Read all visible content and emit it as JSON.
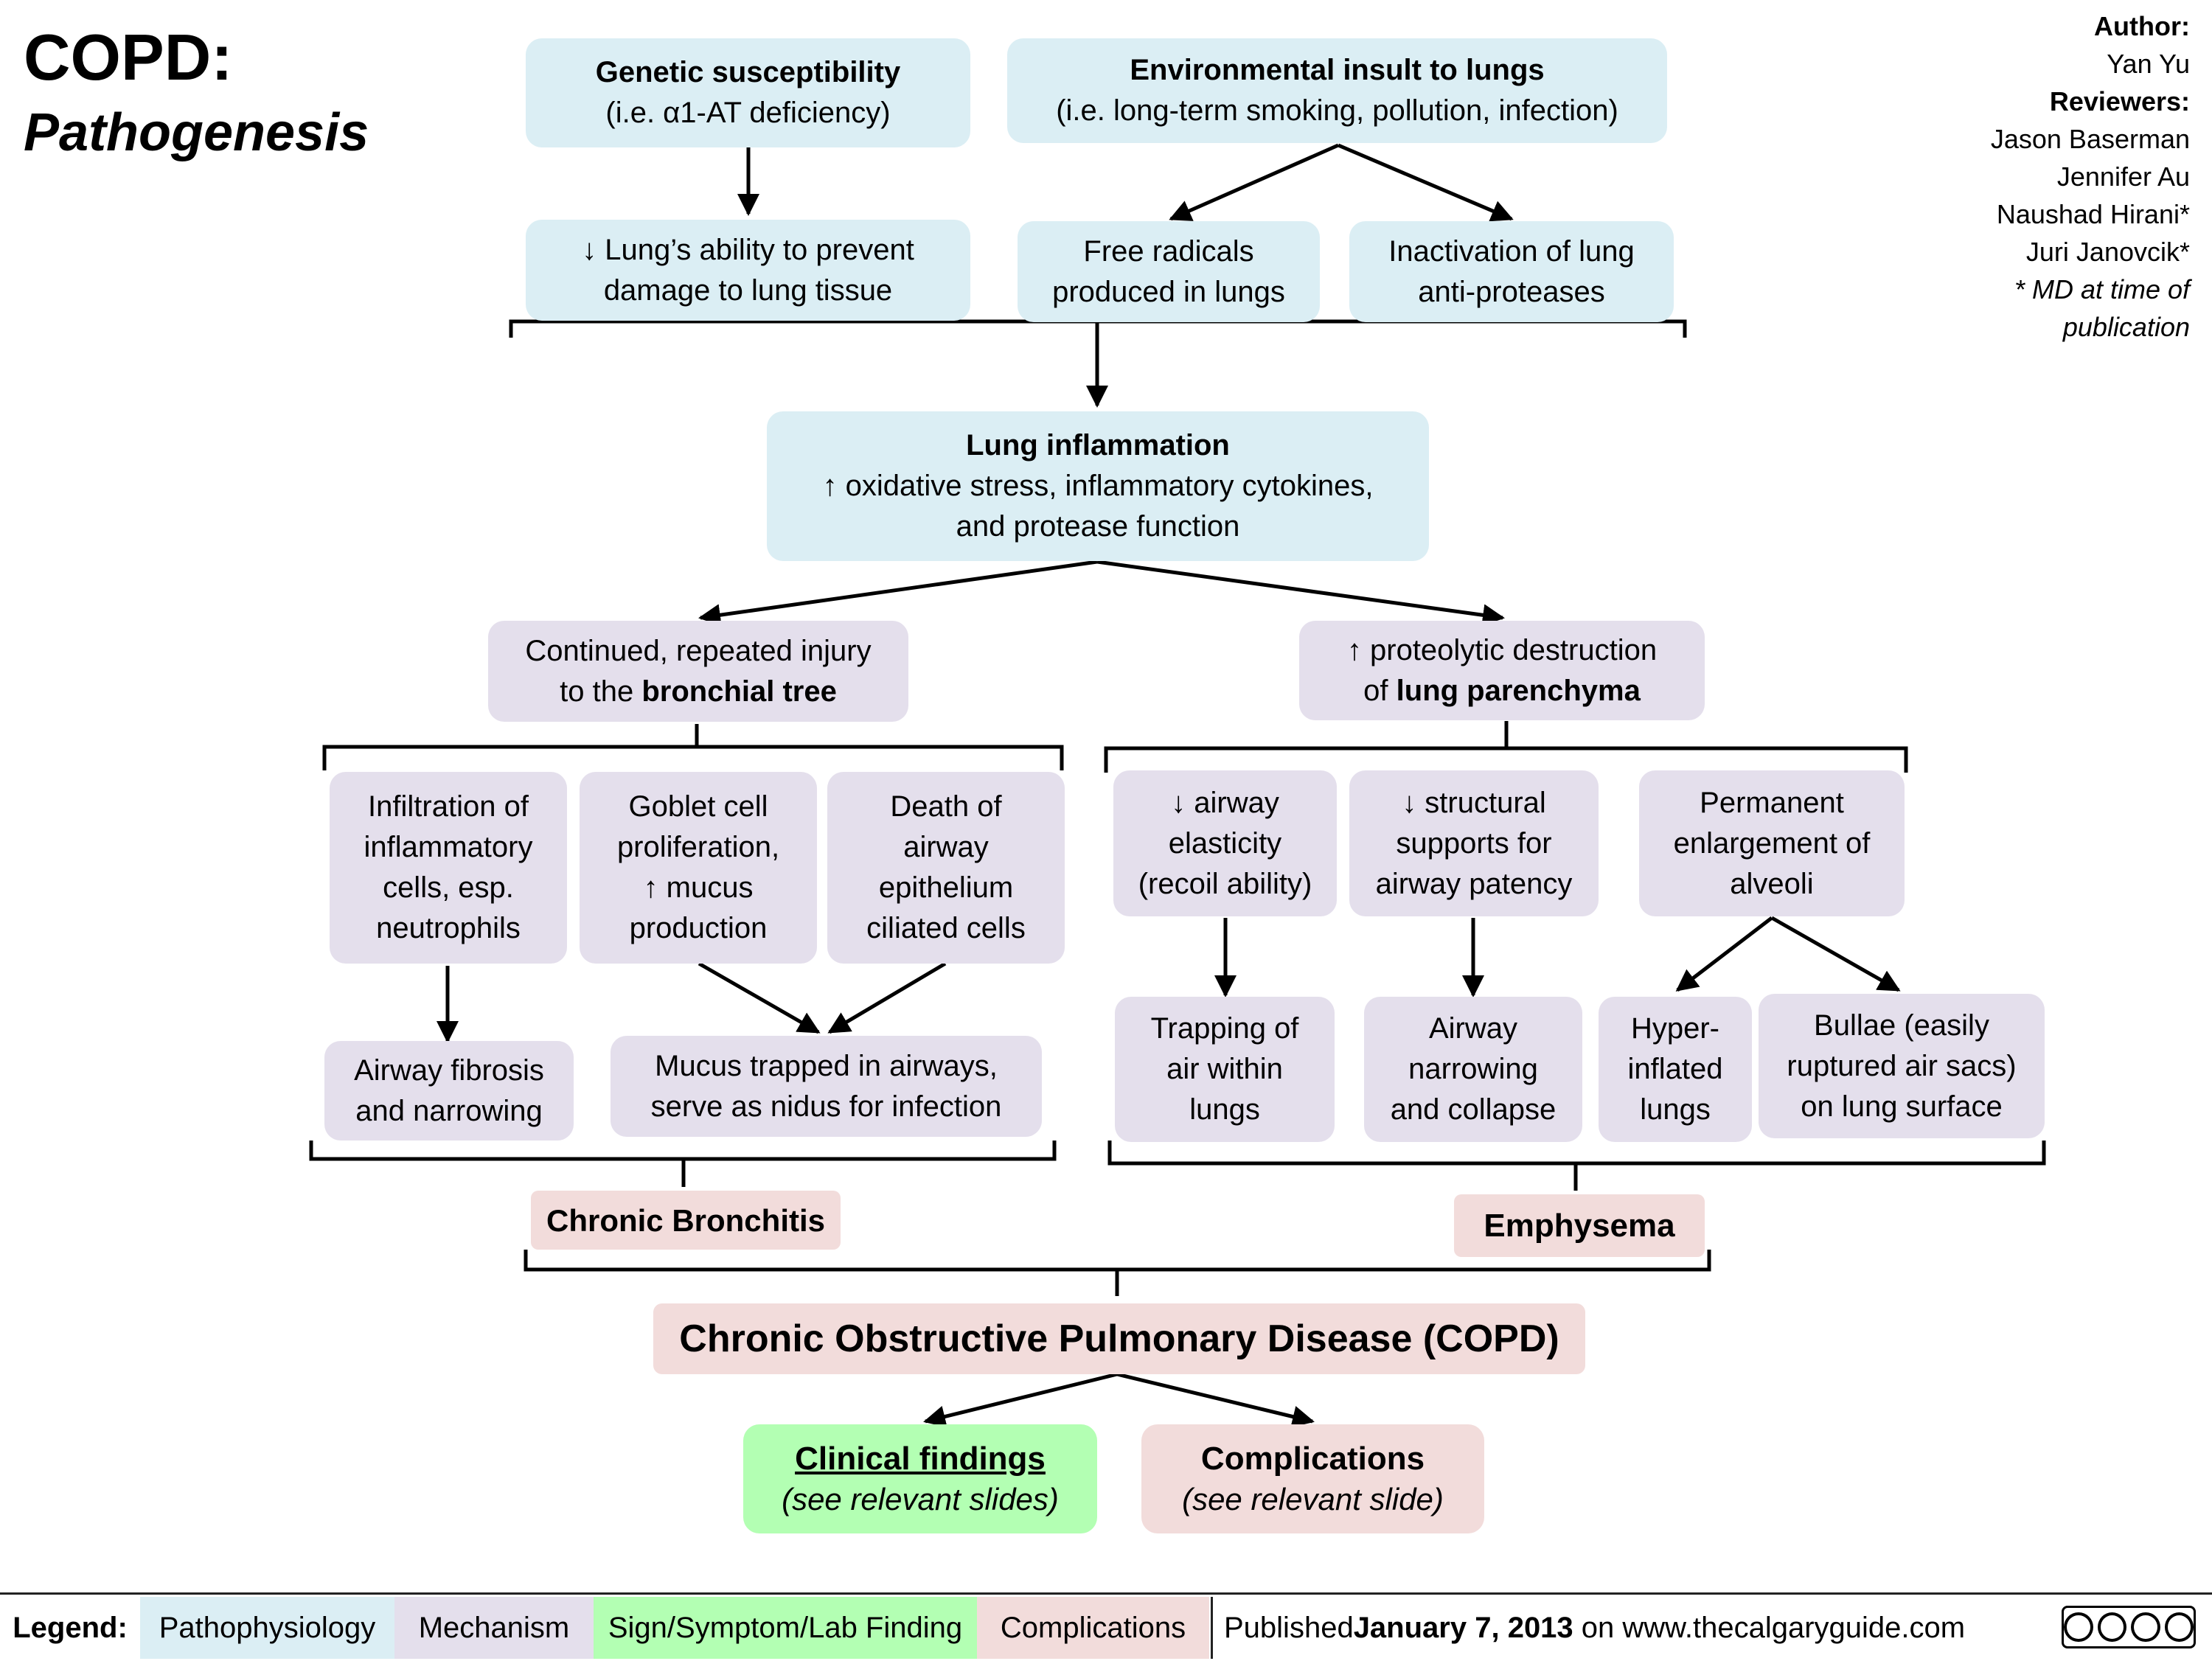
{
  "title": {
    "main": "COPD:",
    "subtitle": "Pathogenesis"
  },
  "credits": {
    "author_label": "Author:",
    "author": "Yan Yu",
    "reviewers_label": "Reviewers:",
    "reviewers": [
      "Jason Baserman",
      "Jennifer Au",
      "Naushad Hirani*",
      "Juri Janovcik*"
    ],
    "note_line1": "* MD at time of",
    "note_line2": "publication"
  },
  "nodes": {
    "genetic": {
      "title": "Genetic susceptibility",
      "sub": "(i.e. α1-AT deficiency)"
    },
    "environmental": {
      "title": "Environmental insult to lungs",
      "sub": "(i.e. long-term smoking, pollution, infection)"
    },
    "lung_ability": {
      "line1": "↓ Lung’s ability to prevent",
      "line2": "damage to lung tissue"
    },
    "free_radicals": {
      "line1": "Free radicals",
      "line2": "produced in lungs"
    },
    "inactivation": {
      "line1": "Inactivation of lung",
      "line2": "anti-proteases"
    },
    "inflammation": {
      "title": "Lung inflammation",
      "line1": "↑ oxidative stress, inflammatory cytokines,",
      "line2": "and protease function"
    },
    "injury": {
      "line1": "Continued, repeated injury",
      "line2_pre": "to the ",
      "line2_bold": "bronchial tree"
    },
    "proteolytic": {
      "line1": "↑ proteolytic destruction",
      "line2_pre": "of ",
      "line2_bold": "lung parenchyma"
    },
    "infiltration": {
      "lines": [
        "Infiltration of",
        "inflammatory",
        "cells, esp.",
        "neutrophils"
      ]
    },
    "goblet": {
      "lines": [
        "Goblet cell",
        "proliferation,",
        "↑ mucus",
        "production"
      ]
    },
    "death": {
      "lines": [
        "Death of",
        "airway",
        "epithelium",
        "ciliated cells"
      ]
    },
    "elasticity": {
      "lines": [
        "↓ airway",
        "elasticity",
        "(recoil ability)"
      ]
    },
    "structural": {
      "lines": [
        "↓ structural",
        "supports for",
        "airway patency"
      ]
    },
    "enlargement": {
      "lines": [
        "Permanent",
        "enlargement of",
        "alveoli"
      ]
    },
    "fibrosis": {
      "lines": [
        "Airway fibrosis",
        "and narrowing"
      ]
    },
    "mucus": {
      "lines": [
        "Mucus trapped in airways,",
        "serve as nidus for infection"
      ]
    },
    "trapping": {
      "lines": [
        "Trapping of",
        "air within",
        "lungs"
      ]
    },
    "narrowing": {
      "lines": [
        "Airway",
        "narrowing",
        "and collapse"
      ]
    },
    "hyperinflated": {
      "lines": [
        "Hyper-",
        "inflated",
        "lungs"
      ]
    },
    "bullae": {
      "lines": [
        "Bullae (easily",
        "ruptured air sacs)",
        "on lung surface"
      ]
    },
    "chronic_bronchitis": "Chronic Bronchitis",
    "emphysema": "Emphysema",
    "copd": "Chronic Obstructive Pulmonary Disease (COPD)",
    "clinical": {
      "title": "Clinical findings",
      "sub": "(see relevant slides)"
    },
    "complications": {
      "title": "Complications",
      "sub": "(see relevant slide)"
    }
  },
  "legend": {
    "label": "Legend:",
    "items": [
      {
        "text": "Pathophysiology",
        "color": "#dbeef4"
      },
      {
        "text": "Mechanism",
        "color": "#e4dfec"
      },
      {
        "text": "Sign/Symptom/Lab Finding",
        "color": "#b3ffb3"
      },
      {
        "text": "Complications",
        "color": "#f2dcdb"
      }
    ],
    "published_pre": "Published ",
    "published_date": "January 7, 2013",
    "published_post": " on www.thecalgaryguide.com"
  }
}
